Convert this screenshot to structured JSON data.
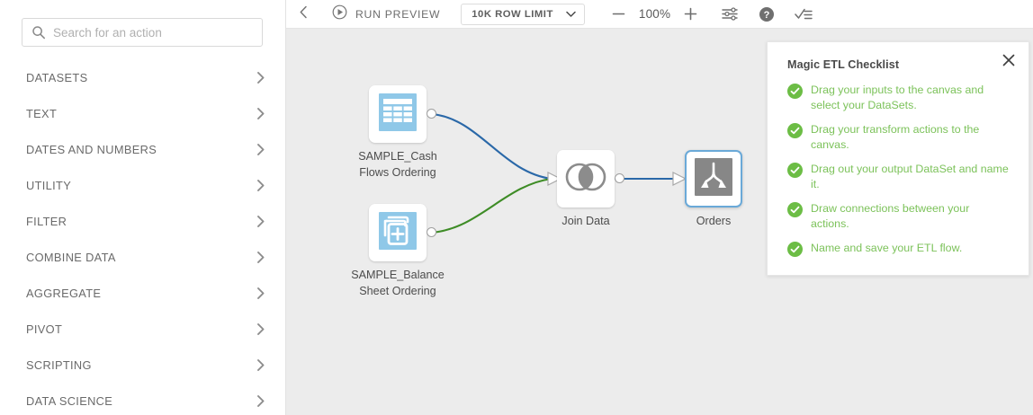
{
  "sidebar": {
    "search": {
      "placeholder": "Search for an action",
      "value": "",
      "icon": "search-icon"
    },
    "items": [
      {
        "label": "DATASETS"
      },
      {
        "label": "TEXT"
      },
      {
        "label": "DATES AND NUMBERS"
      },
      {
        "label": "UTILITY"
      },
      {
        "label": "FILTER"
      },
      {
        "label": "COMBINE DATA"
      },
      {
        "label": "AGGREGATE"
      },
      {
        "label": "PIVOT"
      },
      {
        "label": "SCRIPTING"
      },
      {
        "label": "DATA SCIENCE"
      }
    ]
  },
  "toolbar": {
    "back_icon": "chevron-left-icon",
    "run_preview_icon": "play-circle-icon",
    "run_preview_label": "RUN PREVIEW",
    "row_limit_value": "10K ROW LIMIT",
    "row_limit_chevron": "chevron-down-icon",
    "zoom_out_label": "−",
    "zoom_level": "100%",
    "zoom_in_label": "+",
    "settings_icon": "sliders-icon",
    "help_icon": "help-circle-icon",
    "checklist_icon": "checklist-icon"
  },
  "canvas": {
    "background_color": "#ececec",
    "nodes": [
      {
        "id": "cash-flows",
        "name": "input-dataset-node",
        "label": "SAMPLE_Cash\nFlows Ordering",
        "label_line1": "SAMPLE_Cash",
        "label_line2": "Flows Ordering",
        "icon": "table-grid-icon",
        "icon_color": "#8fc8e8",
        "selected": false
      },
      {
        "id": "balance-sheet",
        "name": "input-dataset-node",
        "label_line1": "SAMPLE_Balance",
        "label_line2": "Sheet Ordering",
        "icon": "copy-add-icon",
        "icon_color": "#8fc8e8",
        "selected": false
      },
      {
        "id": "join-data",
        "name": "join-data-node",
        "label_line1": "Join Data",
        "label_line2": "",
        "icon": "venn-join-icon",
        "icon_color": "#8c8c8c",
        "selected": false
      },
      {
        "id": "orders",
        "name": "output-dataset-node",
        "label_line1": "Orders",
        "label_line2": "",
        "icon": "output-branch-icon",
        "icon_color": "#878787",
        "selected": true
      }
    ],
    "edges": [
      {
        "from": "cash-flows",
        "to": "join-data",
        "color": "#2a68a8"
      },
      {
        "from": "balance-sheet",
        "to": "join-data",
        "color": "#3e8c26"
      },
      {
        "from": "join-data",
        "to": "orders",
        "color": "#2a68a8"
      }
    ]
  },
  "checklist": {
    "title": "Magic ETL Checklist",
    "close_icon": "close-icon",
    "check_color": "#6cbd45",
    "text_color": "#7cc25a",
    "items": [
      {
        "text": "Drag your inputs to the canvas and select your DataSets."
      },
      {
        "text": "Drag your transform actions to the canvas."
      },
      {
        "text": "Drag out your output DataSet and name it."
      },
      {
        "text": "Draw connections between your actions."
      },
      {
        "text": "Name and save your ETL flow."
      }
    ]
  }
}
